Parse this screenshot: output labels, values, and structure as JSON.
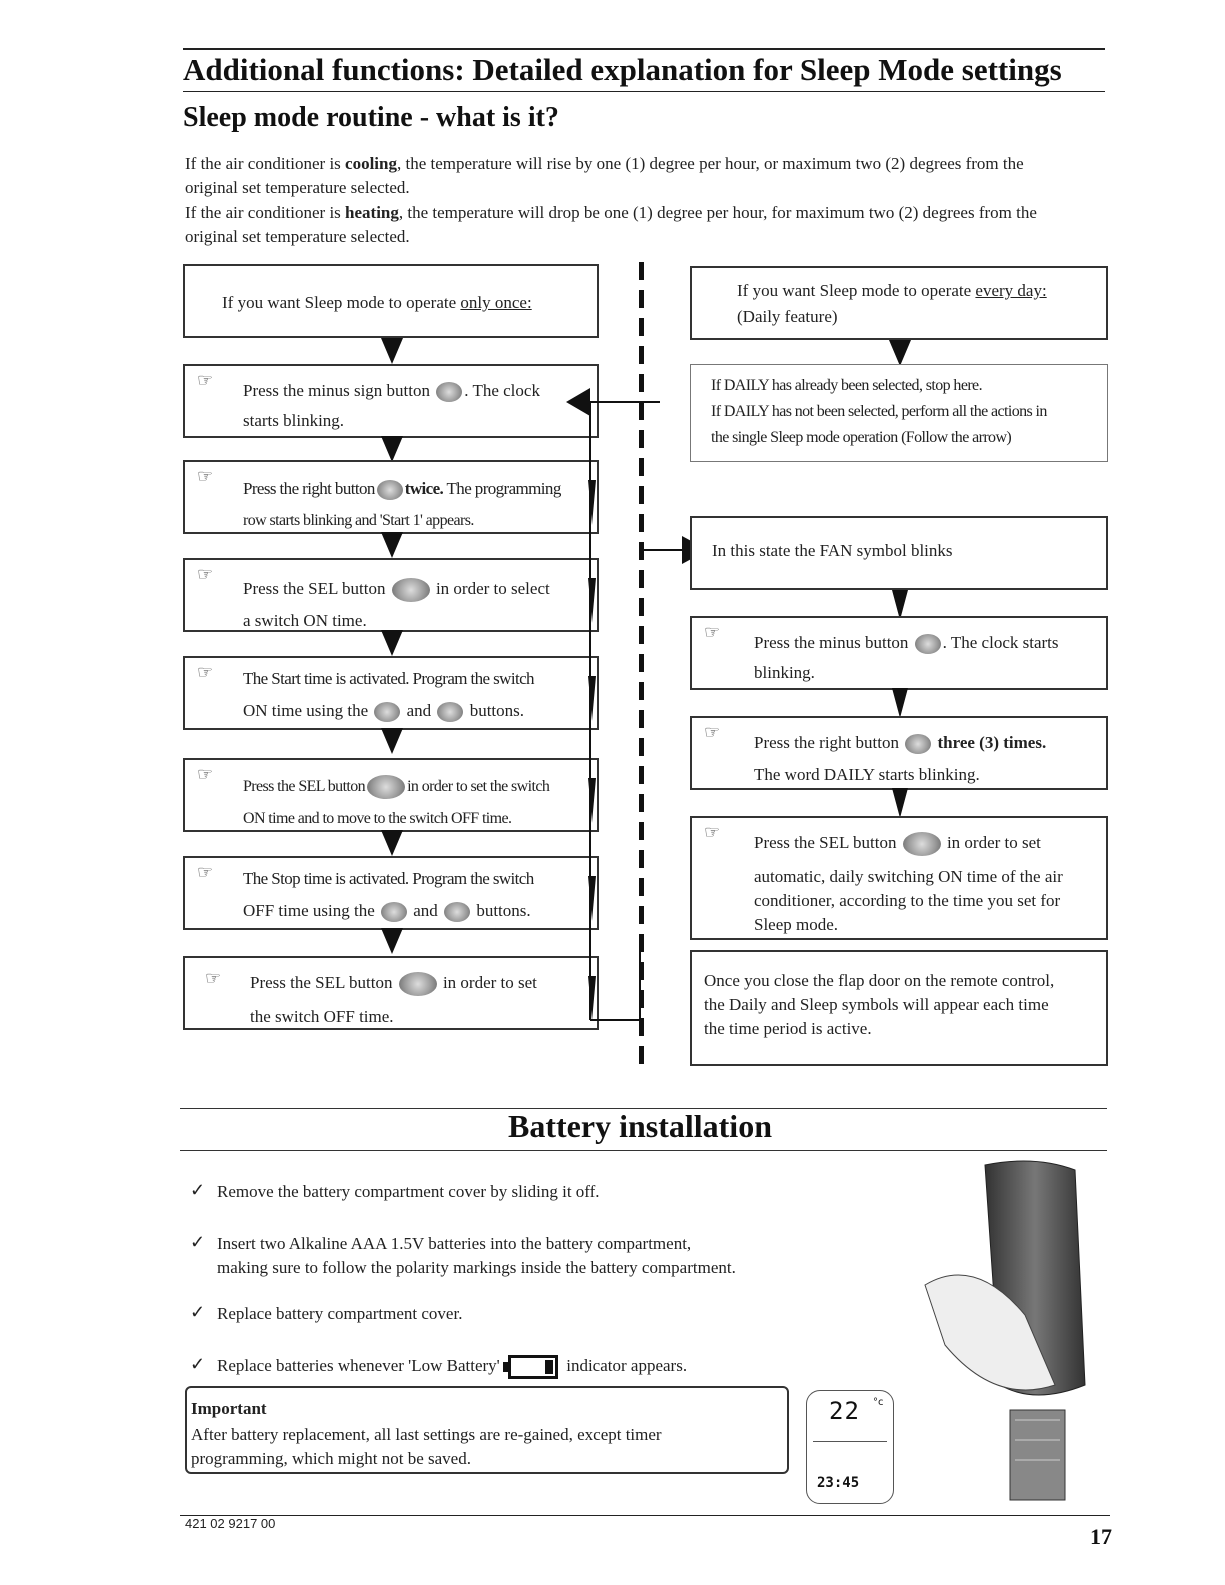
{
  "header": {
    "title": "Additional functions: Detailed explanation for Sleep Mode settings"
  },
  "sleep": {
    "heading": "Sleep mode routine - what is it?",
    "cooling_pre": "If the air conditioner is ",
    "cooling_word": "cooling",
    "cooling_post": ", the temperature will rise by one (1) degree per hour, or maximum two (2) degrees from the original set temperature selected.",
    "heating_pre": "If the air conditioner is ",
    "heating_word": "heating",
    "heating_post": ", the temperature will drop be one (1) degree per hour, for maximum two (2) degrees from the original set temperature selected."
  },
  "left": {
    "intro_pre": "If you want Sleep mode to operate ",
    "intro_u": "only once:",
    "s1a": "Press the minus sign button",
    "s1b": ". The clock",
    "s1c": "starts blinking.",
    "s2a": "Press the right button",
    "s2b": "twice.",
    "s2c": " The programming",
    "s2d": "row starts blinking and 'Start 1' appears.",
    "s3a": "Press the SEL button",
    "s3b": "in order to select",
    "s3c": "a switch ON time.",
    "s4a": "The Start time is activated. Program the switch",
    "s4b": "ON time using the",
    "s4c": "and",
    "s4d": "buttons.",
    "s5a": "Press the SEL button",
    "s5b": "in order to set the switch",
    "s5c": "ON time and to move to the switch OFF time.",
    "s6a": "The Stop time is activated. Program the switch",
    "s6b": "OFF time using the",
    "s6c": "and",
    "s6d": "buttons.",
    "s7a": "Press the SEL button",
    "s7b": "in order to set",
    "s7c": "the switch OFF time."
  },
  "right": {
    "intro_pre": "If you want Sleep mode to operate ",
    "intro_u": "every day:",
    "intro_2": "(Daily feature)",
    "daily1": "If DAILY has already been selected, stop here.",
    "daily2": "If DAILY has not been selected, perform all the actions in",
    "daily3": "the single Sleep mode operation (Follow the arrow)",
    "fan": "In this state the FAN symbol blinks",
    "r1a": "Press the minus button",
    "r1b": ". The clock starts",
    "r1c": "blinking.",
    "r2a": "Press the right button",
    "r2b": "three (3) times.",
    "r2c": "The word DAILY starts blinking.",
    "r3a": "Press the SEL button",
    "r3b": "in order to set",
    "r3c": "automatic, daily switching ON time of the air",
    "r3d": "conditioner, according to the time you set for",
    "r3e": "Sleep mode.",
    "final1": "Once you close the flap door on the remote control,",
    "final2": "the Daily and Sleep symbols will appear each time",
    "final3": "the time period is active."
  },
  "battery": {
    "heading": "Battery installation",
    "step1": "Remove the battery compartment cover by sliding it off.",
    "step2a": "Insert two Alkaline AAA 1.5V batteries into the battery compartment,",
    "step2b": "making sure to follow the polarity markings inside the battery compartment.",
    "step3": "Replace battery compartment cover.",
    "step4a": "Replace batteries whenever 'Low Battery'",
    "step4b": "indicator appears.",
    "important_title": "Important",
    "important1": "After battery replacement, all last settings are re-gained, except timer",
    "important2": "programming, which might not be saved.",
    "lcd_temp": "22",
    "lcd_unit": "°c",
    "lcd_time": "23:45"
  },
  "footer": {
    "code": "421 02 9217 00",
    "page": "17"
  },
  "icons": {
    "hand": "pointing-hand-icon",
    "check": "✓"
  }
}
